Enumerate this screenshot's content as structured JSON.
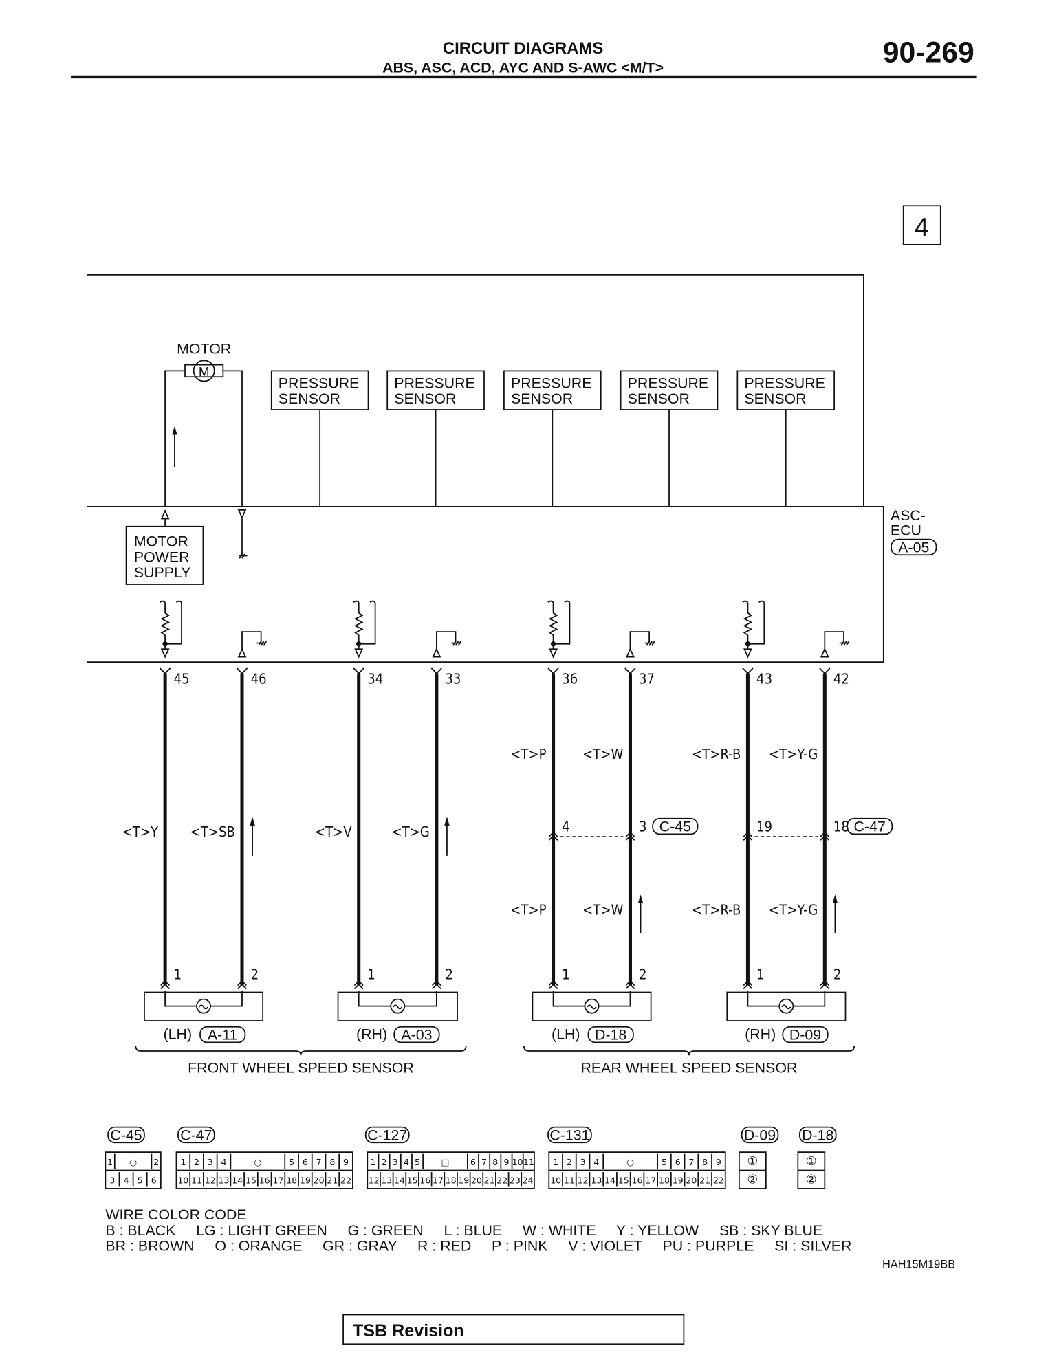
{
  "header": {
    "title": "CIRCUIT DIAGRAMS",
    "subtitle": "ABS, ASC, ACD, AYC AND S-AWC <M/T>",
    "page_number": "90-269",
    "section_number": "4"
  },
  "ecu": {
    "label_line1": "ASC-",
    "label_line2": "ECU",
    "connector": "A-05"
  },
  "motor": {
    "label": "MOTOR",
    "symbol": "M"
  },
  "motor_power_supply": {
    "lines": [
      "MOTOR",
      "POWER",
      "SUPPLY"
    ]
  },
  "pressure_sensors": [
    {
      "line1": "PRESSURE",
      "line2": "SENSOR"
    },
    {
      "line1": "PRESSURE",
      "line2": "SENSOR"
    },
    {
      "line1": "PRESSURE",
      "line2": "SENSOR"
    },
    {
      "line1": "PRESSURE",
      "line2": "SENSOR"
    },
    {
      "line1": "PRESSURE",
      "line2": "SENSOR"
    }
  ],
  "circuits": [
    {
      "ecu_pins": [
        "45",
        "46"
      ],
      "wire_colors": [
        "<T>Y",
        "<T>SB"
      ],
      "sensor_pins": [
        "1",
        "2"
      ],
      "side": "(LH)",
      "connector": "A-11"
    },
    {
      "ecu_pins": [
        "34",
        "33"
      ],
      "wire_colors": [
        "<T>V",
        "<T>G"
      ],
      "sensor_pins": [
        "1",
        "2"
      ],
      "side": "(RH)",
      "connector": "A-03"
    },
    {
      "ecu_pins": [
        "36",
        "37"
      ],
      "wire_colors_upper": [
        "<T>P",
        "<T>W"
      ],
      "junction": {
        "pins": [
          "4",
          "3"
        ],
        "connector": "C-45"
      },
      "wire_colors_lower": [
        "<T>P",
        "<T>W"
      ],
      "sensor_pins": [
        "1",
        "2"
      ],
      "side": "(LH)",
      "connector": "D-18"
    },
    {
      "ecu_pins": [
        "43",
        "42"
      ],
      "wire_colors_upper": [
        "<T>R-B",
        "<T>Y-G"
      ],
      "junction": {
        "pins": [
          "19",
          "18"
        ],
        "connector": "C-47"
      },
      "wire_colors_lower": [
        "<T>R-B",
        "<T>Y-G"
      ],
      "sensor_pins": [
        "1",
        "2"
      ],
      "side": "(RH)",
      "connector": "D-09"
    }
  ],
  "groups": [
    "FRONT WHEEL SPEED SENSOR",
    "REAR WHEEL SPEED SENSOR"
  ],
  "connectors": [
    {
      "id": "C-45",
      "top": [
        "1",
        "○",
        "2"
      ],
      "bottom": [
        "3",
        "4",
        "5",
        "6"
      ]
    },
    {
      "id": "C-47",
      "top": [
        "1",
        "2",
        "3",
        "4",
        "○",
        "5",
        "6",
        "7",
        "8",
        "9"
      ],
      "bottom": [
        "10",
        "11",
        "12",
        "13",
        "14",
        "15",
        "16",
        "17",
        "18",
        "19",
        "20",
        "21",
        "22"
      ]
    },
    {
      "id": "C-127",
      "top": [
        "1",
        "2",
        "3",
        "4",
        "5",
        "□",
        "6",
        "7",
        "8",
        "9",
        "10",
        "11"
      ],
      "bottom": [
        "12",
        "13",
        "14",
        "15",
        "16",
        "17",
        "18",
        "19",
        "20",
        "21",
        "22",
        "23",
        "24"
      ]
    },
    {
      "id": "C-131",
      "top": [
        "1",
        "2",
        "3",
        "4",
        "○",
        "5",
        "6",
        "7",
        "8",
        "9"
      ],
      "bottom": [
        "10",
        "11",
        "12",
        "13",
        "14",
        "15",
        "16",
        "17",
        "18",
        "19",
        "20",
        "21",
        "22"
      ]
    },
    {
      "id": "D-09",
      "top": [
        "①"
      ],
      "bottom": [
        "②"
      ]
    },
    {
      "id": "D-18",
      "top": [
        "①"
      ],
      "bottom": [
        "②"
      ]
    }
  ],
  "wire_color_code": {
    "title": "WIRE COLOR CODE",
    "row1": "B : BLACK     LG : LIGHT GREEN     G : GREEN     L : BLUE     W : WHITE     Y : YELLOW     SB : SKY BLUE",
    "row2": "BR : BROWN     O : ORANGE     GR : GRAY     R : RED     P : PINK     V : VIOLET     PU : PURPLE     SI : SILVER"
  },
  "figure_code": "HAH15M19BB",
  "footer": {
    "tsb_label": "TSB Revision"
  }
}
